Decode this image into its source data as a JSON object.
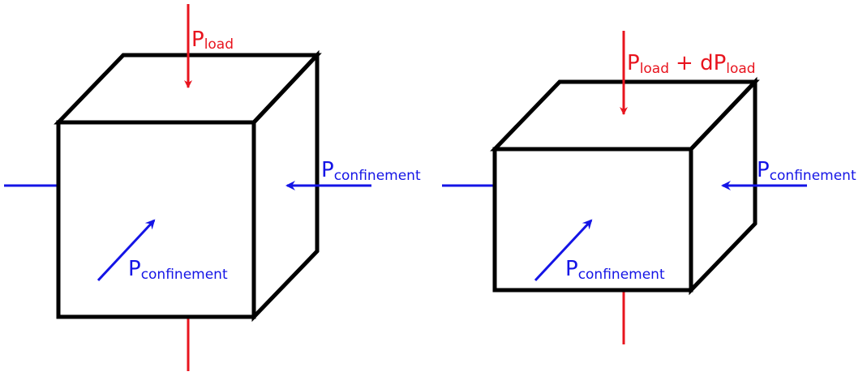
{
  "colors": {
    "load": "#e8141e",
    "confinement": "#1414e6",
    "edge": "#000000"
  },
  "left_cube": {
    "load_label": {
      "main": "P",
      "sub": "load"
    },
    "confinement_side_label": {
      "main": "P",
      "sub": "confinement"
    },
    "confinement_front_label": {
      "main": "P",
      "sub": "confinement"
    }
  },
  "right_cube": {
    "load_label": {
      "main": "P",
      "sub": "load",
      "op": "+ dP",
      "sub2": "load"
    },
    "confinement_side_label": {
      "main": "P",
      "sub": "confinement"
    },
    "confinement_front_label": {
      "main": "P",
      "sub": "confinement"
    }
  }
}
